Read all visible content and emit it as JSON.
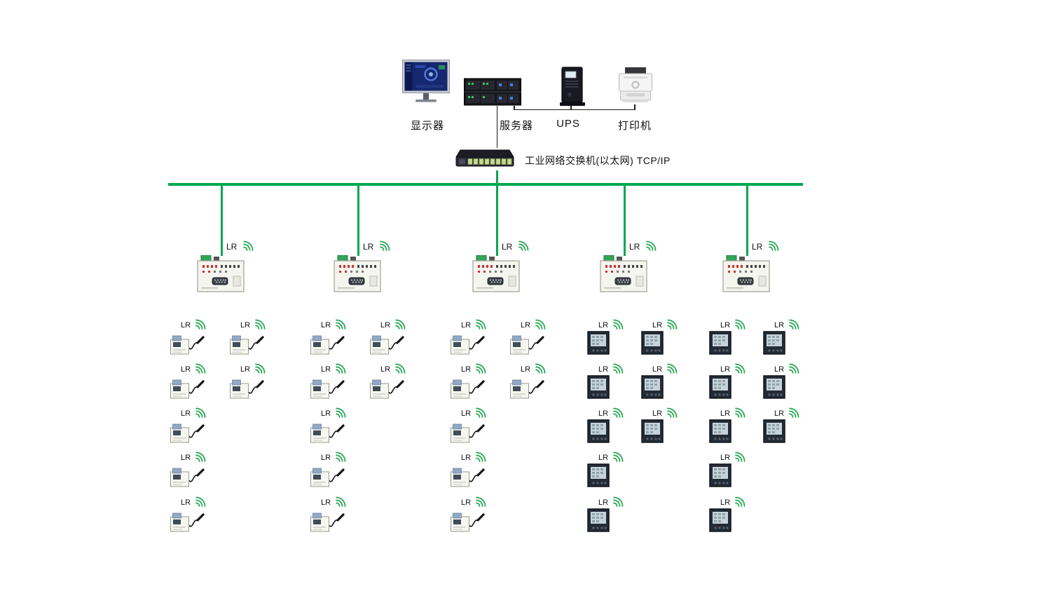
{
  "diagram": {
    "background": "#ffffff",
    "bus_color": "#00a84f",
    "wifi_color": "#1fa84d",
    "line_color": "#1a1a1a"
  },
  "top_row": {
    "monitor": {
      "label": "显示器"
    },
    "server": {
      "label": "服务器"
    },
    "ups": {
      "label": "UPS"
    },
    "printer": {
      "label": "打印机"
    }
  },
  "switch": {
    "label": "工业网络交换机(以太网) TCP/IP"
  },
  "gateways": [
    {
      "label": "LR"
    },
    {
      "label": "LR"
    },
    {
      "label": "LR"
    },
    {
      "label": "LR"
    },
    {
      "label": "LR"
    }
  ],
  "clusters": [
    {
      "gateway": 0,
      "device_type": "wireless-meter",
      "device_label": "LR",
      "rows": [
        2,
        2,
        1,
        1,
        1
      ]
    },
    {
      "gateway": 1,
      "device_type": "wireless-meter",
      "device_label": "LR",
      "rows": [
        2,
        2,
        1,
        1,
        1
      ]
    },
    {
      "gateway": 2,
      "device_type": "wireless-meter",
      "device_label": "LR",
      "rows": [
        2,
        2,
        1,
        1,
        1
      ]
    },
    {
      "gateway": 3,
      "device_type": "panel-meter",
      "device_label": "LR",
      "rows": [
        2,
        2,
        2,
        1,
        1
      ]
    },
    {
      "gateway": 4,
      "device_type": "panel-meter",
      "device_label": "LR",
      "rows": [
        2,
        2,
        2,
        1,
        1
      ]
    }
  ]
}
